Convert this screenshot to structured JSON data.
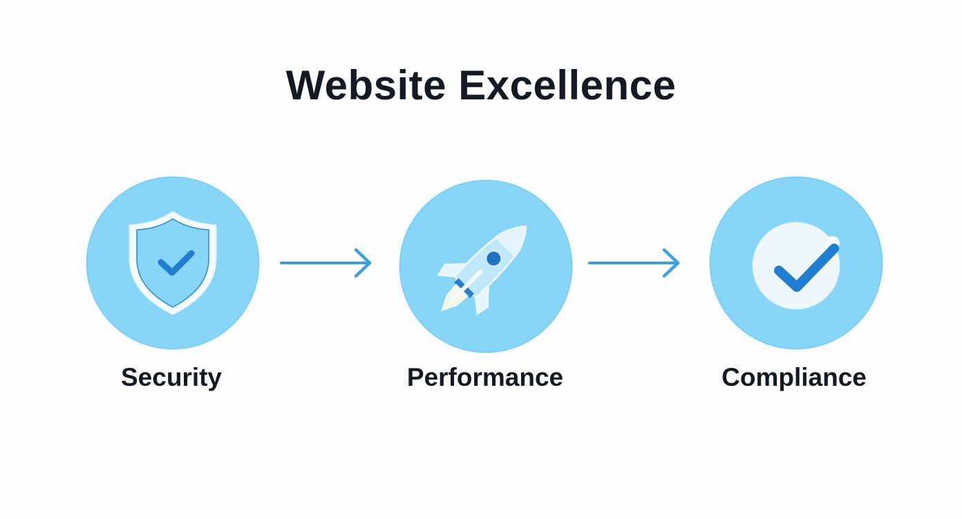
{
  "title": "Website Excellence",
  "colors": {
    "circle_fill": "#87d5f7",
    "circle_edge": "#6cc3ec",
    "icon_dark_blue": "#1f7ecf",
    "icon_white": "#f2fafe",
    "arrow_blue": "#3aa0e3",
    "text_dark": "#141a22",
    "background": "#fdfdfd"
  },
  "steps": [
    {
      "label": "Security",
      "icon": "shield-check-icon"
    },
    {
      "label": "Performance",
      "icon": "rocket-icon"
    },
    {
      "label": "Compliance",
      "icon": "check-circle-icon"
    }
  ],
  "connectors": [
    {
      "from": "Security",
      "to": "Performance",
      "icon": "arrow-right-icon"
    },
    {
      "from": "Performance",
      "to": "Compliance",
      "icon": "arrow-right-icon"
    }
  ]
}
